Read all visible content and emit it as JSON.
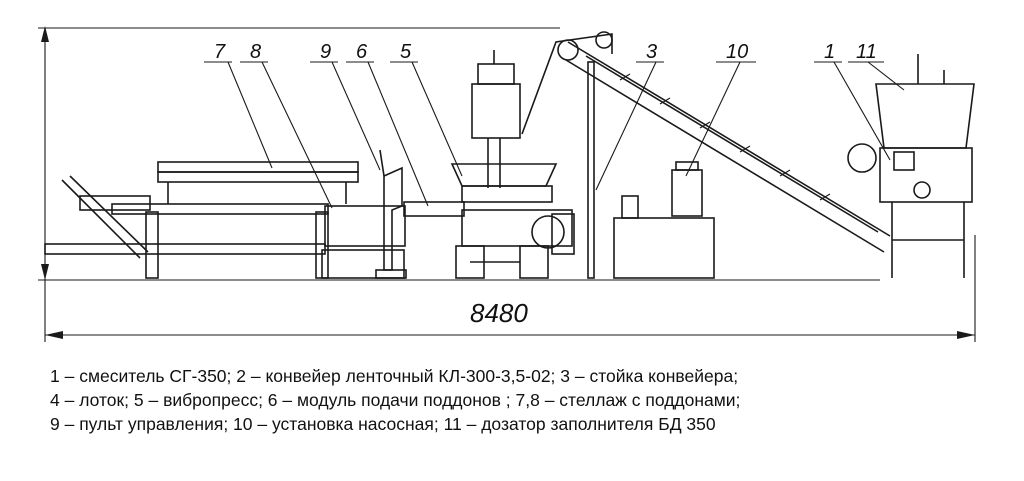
{
  "drawing": {
    "part_numbers": [
      "7",
      "8",
      "9",
      "6",
      "5",
      "3",
      "10",
      "1",
      "11"
    ],
    "overall_dimension": "8480"
  },
  "legend": {
    "lines": [
      "1 – смеситель СГ-350; 2 – конвейер ленточный КЛ-300-3,5-02; 3 – стойка конвейера;",
      "4 – лоток; 5 – вибропресс; 6 – модуль подачи поддонов ; 7,8 – стеллаж с поддонами;",
      "9 – пульт управления; 10 – установка насосная; 11 – дозатор заполнителя БД 350"
    ]
  }
}
